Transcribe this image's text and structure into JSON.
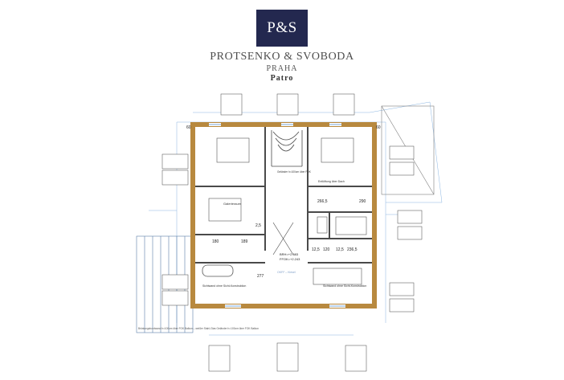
{
  "brand": {
    "logo_text": "P&S",
    "name": "PROTSENKO & SVOBODA",
    "city": "PRAHA",
    "floor": "Patro"
  },
  "plan": {
    "stair_label": "Geländer h=100cm über FOK",
    "hall_label": "Galerieraum",
    "band_label": "Entlüftung über Dach",
    "terrace_label": "Brüstungsbordwand h=100cm über FOK Balkon – weißer Stahl-Glas Geländer h=100cm über FOK Balkon",
    "ridge_label": "OKFF – Kiesel",
    "left_room_label": "Sichtwand ohne Sicht-Konstruktion",
    "right_room_label": "Sichtwand ohne Sicht-Konstruktion",
    "dims": {
      "top_left": "60",
      "top_right": "60",
      "mid_a": "180",
      "mid_b": "189",
      "mid_c": "2,5",
      "right_a": "266,5",
      "right_b": "12,5",
      "right_c": "120",
      "right_d": "12,5",
      "right_e": "236,5",
      "vert": "277",
      "brh": "BRH=+2.683",
      "ffok": "FFOK=+2.243",
      "right_small": "290"
    }
  }
}
